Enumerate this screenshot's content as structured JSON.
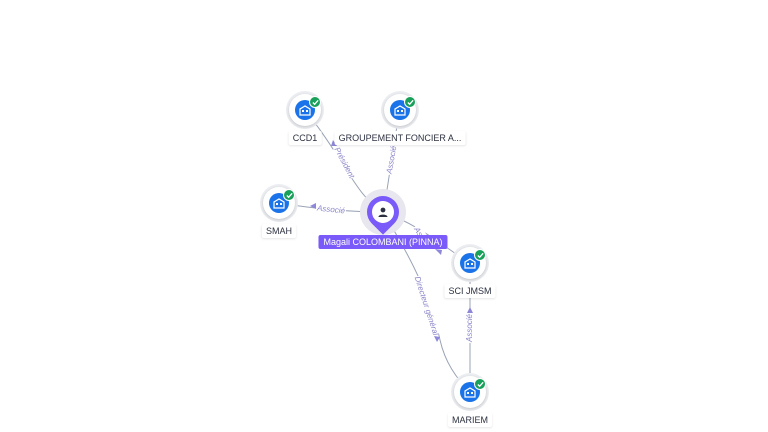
{
  "person": {
    "label": "Magali COLOMBANI (PINNA)",
    "icon": "person-icon",
    "color": "#7a5af8"
  },
  "companies": [
    {
      "id": "ccd1",
      "label": "CCD1",
      "icon": "company-building-icon",
      "status": "verified-check-icon"
    },
    {
      "id": "groupement",
      "label": "GROUPEMENT FONCIER A...",
      "icon": "company-building-icon",
      "status": "verified-check-icon"
    },
    {
      "id": "smah",
      "label": "SMAH",
      "icon": "company-building-icon",
      "status": "verified-check-icon"
    },
    {
      "id": "scijmsm",
      "label": "SCI JMSM",
      "icon": "company-building-icon",
      "status": "verified-check-icon"
    },
    {
      "id": "mariem",
      "label": "MARIEM",
      "icon": "company-building-icon",
      "status": "verified-check-icon"
    }
  ],
  "edges": [
    {
      "from": "person",
      "to": "ccd1",
      "label": "Président"
    },
    {
      "from": "person",
      "to": "groupement",
      "label": "Associé"
    },
    {
      "from": "person",
      "to": "smah",
      "label": "Associé"
    },
    {
      "from": "person",
      "to": "scijmsm",
      "label": "As"
    },
    {
      "from": "person",
      "to": "mariem",
      "label": "Directeur général"
    },
    {
      "from": "mariem",
      "to": "scijmsm",
      "label": "Associé"
    }
  ],
  "colors": {
    "company": "#1a73e8",
    "check": "#19a05a",
    "edge": "#9aa3b5",
    "edge_label": "#8a84c8"
  }
}
